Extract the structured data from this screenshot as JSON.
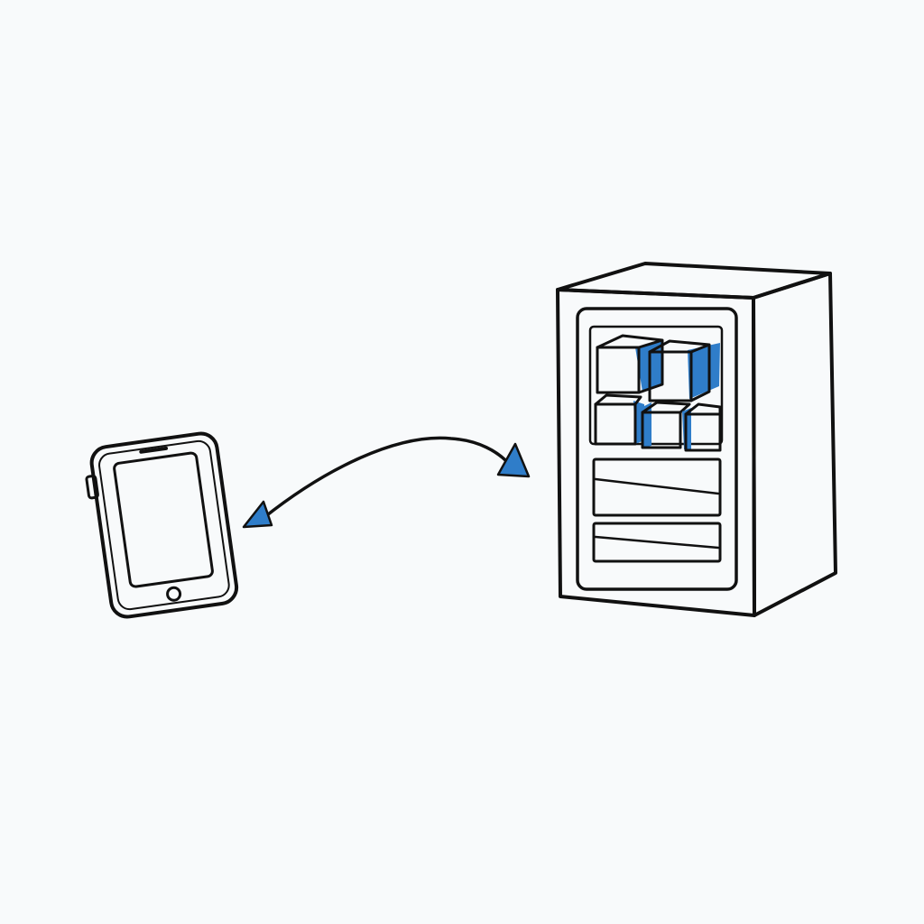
{
  "diagram": {
    "nodes": [
      {
        "id": "phone",
        "icon": "smartphone-icon"
      },
      {
        "id": "machine",
        "icon": "vending-machine-icon"
      }
    ],
    "edges": [
      {
        "from": "phone",
        "to": "machine",
        "direction": "both"
      }
    ]
  },
  "colors": {
    "background": "#f8fafb",
    "ink": "#111111",
    "accent": "#2f7dc9",
    "fill": "#ffffff"
  }
}
